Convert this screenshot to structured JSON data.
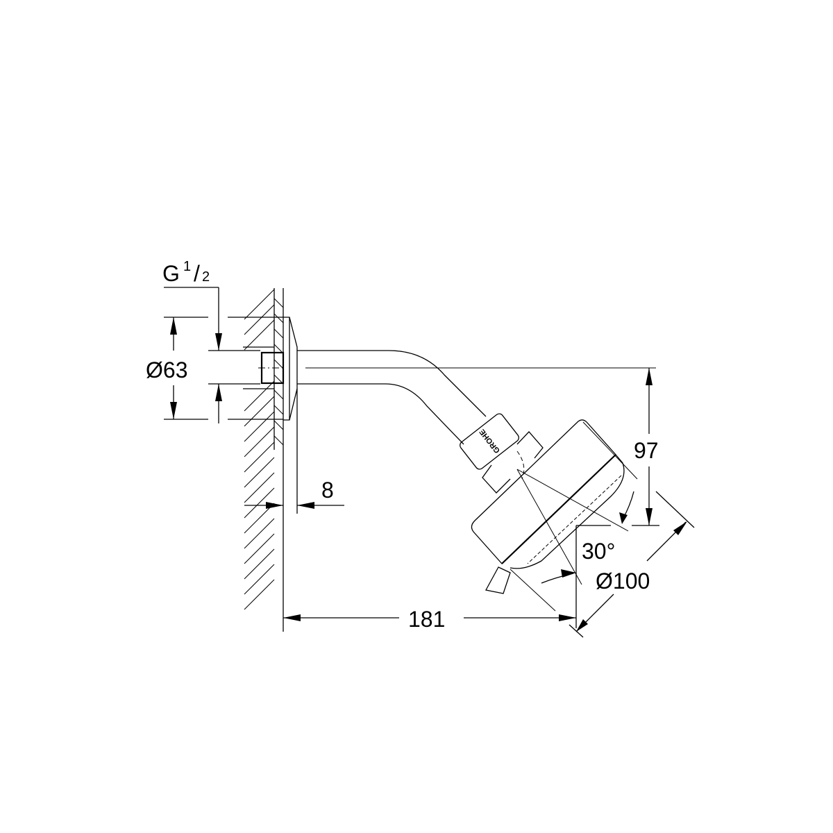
{
  "drawing": {
    "dimensions": {
      "thread": {
        "main": "G",
        "num": "1",
        "den": "2"
      },
      "flange_diameter": "Ø63",
      "flange_depth": "8",
      "projection": "181",
      "height_drop": "97",
      "tilt_angle": "30°",
      "head_diameter": "Ø100"
    },
    "brand_logo": "GROHE"
  }
}
